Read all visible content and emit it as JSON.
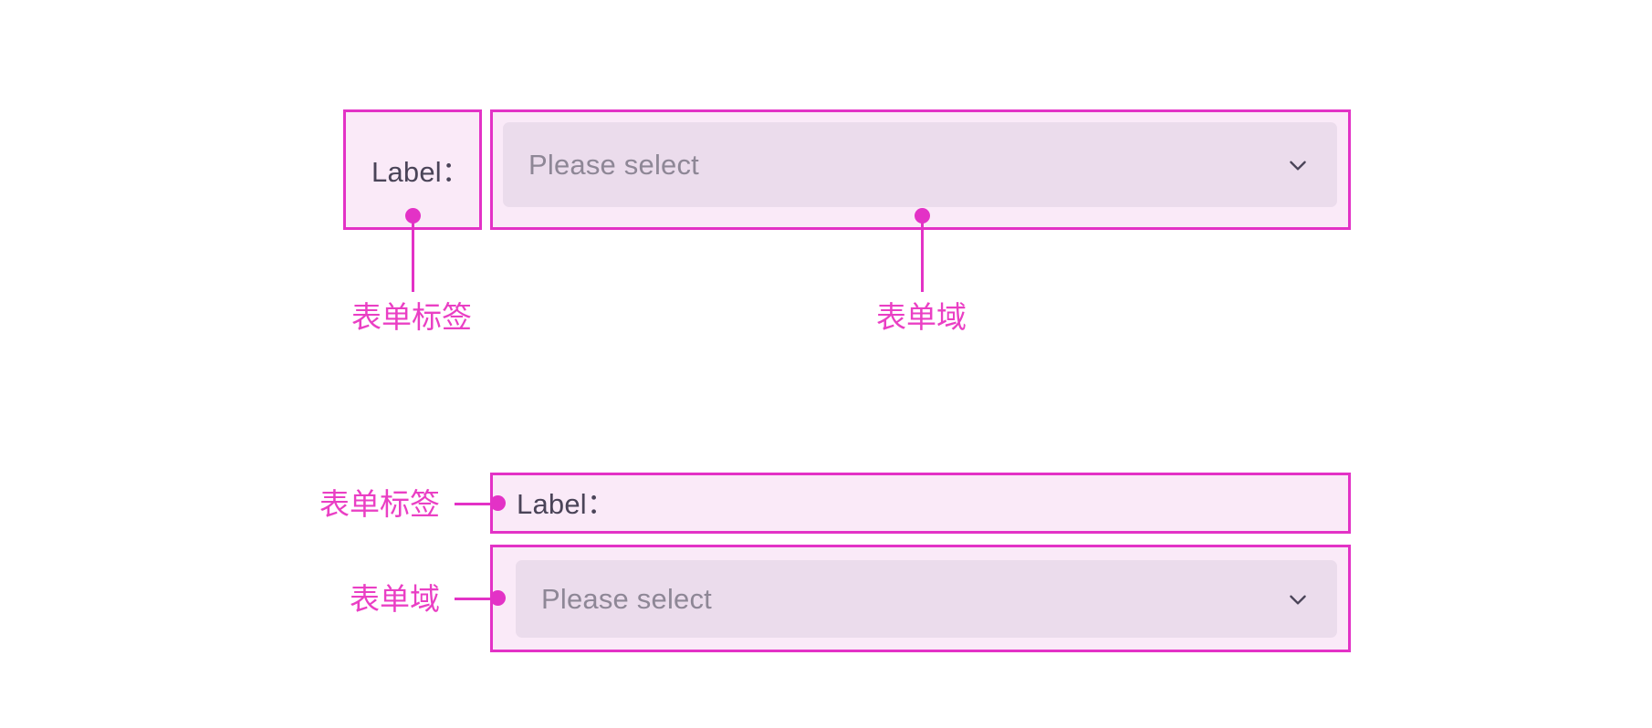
{
  "colors": {
    "accent_border": "#e332c6",
    "annotation_text": "#ea3fc4",
    "box_fill": "#faeaf8",
    "field_fill": "#ebdcec",
    "label_text": "#4a4458",
    "placeholder_text": "#8e8796",
    "background": "#ffffff"
  },
  "horizontal_form": {
    "label": {
      "text": "Label：",
      "annotation": "表单标签"
    },
    "field": {
      "placeholder": "Please select",
      "icon": "chevron-down-icon",
      "annotation": "表单域"
    }
  },
  "vertical_form": {
    "label": {
      "text": "Label：",
      "annotation": "表单标签"
    },
    "field": {
      "placeholder": "Please select",
      "icon": "chevron-down-icon",
      "annotation": "表单域"
    }
  }
}
